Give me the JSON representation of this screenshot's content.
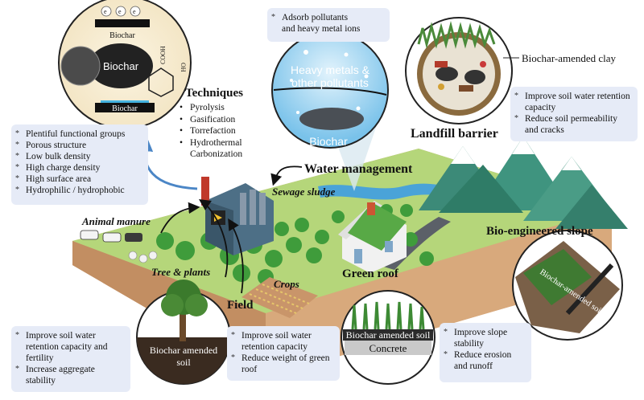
{
  "biochar_circle": {
    "particle_label": "Biochar",
    "base_label": "Biochar",
    "center_label": "Biochar",
    "electron": "e",
    "group_cooh": "COOH",
    "group_oh": "OH"
  },
  "properties": {
    "items": [
      "Plentiful functional groups",
      "Porous structure",
      "Low bulk density",
      "High charge density",
      "High surface area",
      "Hydrophilic / hydrophobic"
    ]
  },
  "techniques": {
    "title": "Techniques",
    "items": [
      "Pyrolysis",
      "Gasification",
      "Torrefaction",
      "Hydrothermal Carbonization"
    ]
  },
  "water_management": {
    "title": "Water management",
    "adsorb_note": [
      "Adsorb pollutants",
      "and heavy metal ions"
    ],
    "circle_text": [
      "Heavy metals &",
      "other pollutants"
    ],
    "circle_biochar": "Biochar"
  },
  "landfill": {
    "title": "Landfill barrier",
    "clay_label": "Biochar-amended clay",
    "items": [
      "Improve soil water retention capacity",
      "Reduce soil permeability and cracks"
    ]
  },
  "scene_labels": {
    "sewage": "Sewage sludge",
    "manure": "Animal manure",
    "trees": "Tree & plants",
    "crops": "Crops",
    "field": "Field",
    "green_roof": "Green roof",
    "slope": "Bio-engineered slope"
  },
  "field_box": {
    "circle_label": [
      "Biochar amended",
      "soil"
    ],
    "items": [
      "Improve soil water retention capacity and fertility",
      "Increase aggregate stability"
    ]
  },
  "roof_box": {
    "soil_label": "Biochar amended soil",
    "concrete_label": "Concrete",
    "items": [
      "Improve soil water retention capacity",
      "Reduce weight of green roof"
    ]
  },
  "slope_box": {
    "circle_label": "Biochar-amended soil",
    "items": [
      "Improve slope stability",
      "Reduce erosion and runoff"
    ]
  },
  "colors": {
    "ground_top": "#b5d67a",
    "ground_side": "#d3a276",
    "water": "#4aa3d8",
    "tree": "#3f9c3b",
    "mountain": "#3c8a78",
    "box_bg": "#e6ebf7"
  }
}
